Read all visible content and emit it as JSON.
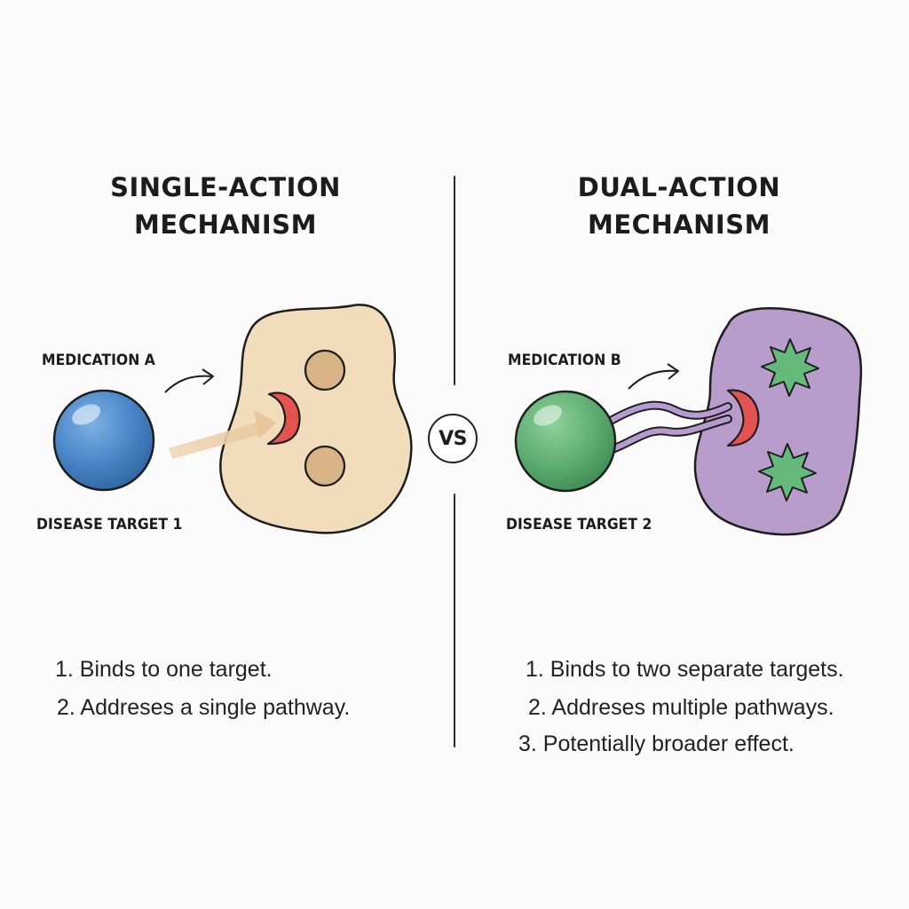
{
  "left_panel": {
    "title_line1": "SINGLE-ACTION",
    "title_line2": "MECHANISM",
    "medication_label": "MEDICATION A",
    "target_label": "DISEASE TARGET 1",
    "points": [
      "1. Binds to one target.",
      "2. Addreses a single pathway."
    ],
    "colors": {
      "medication": "#4a86c8",
      "cell": "#f1dcbb",
      "binding_site": "#e35352",
      "organelle": "#d8b486"
    }
  },
  "right_panel": {
    "title_line1": "DUAL-ACTION",
    "title_line2": "MECHANISM",
    "medication_label": "MEDICATION B",
    "target_label": "DISEASE TARGET 2",
    "points": [
      "1. Binds to two separate targets.",
      "2. Addreses multiple pathways.",
      "3. Potentially broader effect."
    ],
    "colors": {
      "medication": "#5fae72",
      "cell": "#b89ccb",
      "binding_site": "#e35352",
      "star": "#65b97a",
      "linker": "#b79ad0"
    }
  },
  "vs_badge": "VS"
}
